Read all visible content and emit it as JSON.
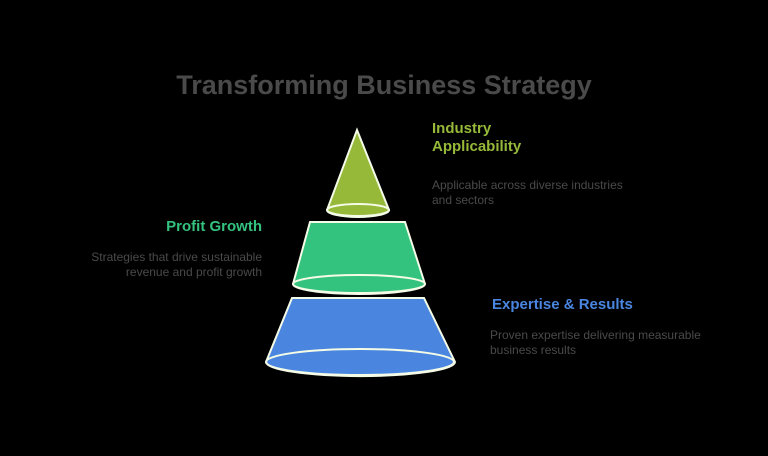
{
  "title": "Transforming Business Strategy",
  "colors": {
    "background": "#000000",
    "text": "#4a4a4a",
    "top_tier": "#96b93a",
    "middle_tier": "#34c27f",
    "bottom_tier": "#4a86e0",
    "outline": "#f4fbe6"
  },
  "tiers": [
    {
      "label_line1": "Industry",
      "label_line2": "Applicability",
      "description_line1": "Applicable across diverse industries",
      "description_line2": "and sectors",
      "color": "#96b93a"
    },
    {
      "label_line1": "Profit Growth",
      "description_line1": "Strategies that drive sustainable",
      "description_line2": "revenue and profit growth",
      "color": "#34c27f"
    },
    {
      "label_line1": "Expertise & Results",
      "description_line1": "Proven expertise delivering measurable",
      "description_line2": "business results",
      "color": "#4a86e0"
    }
  ]
}
